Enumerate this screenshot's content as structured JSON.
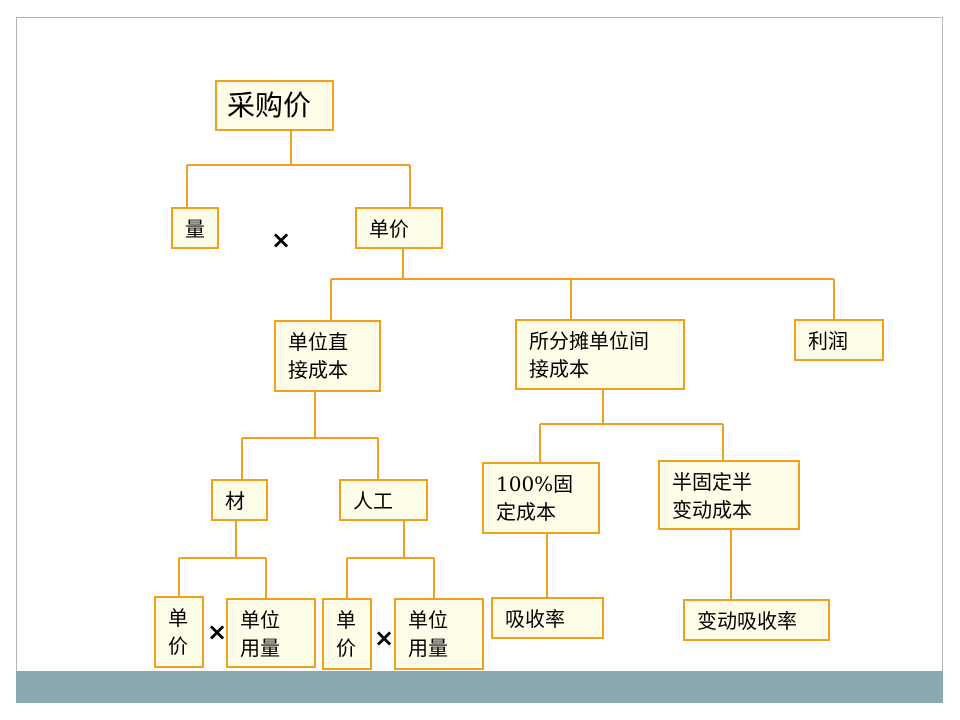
{
  "diagram": {
    "root": "采购价",
    "quantity": "量",
    "unit_price": "单价",
    "times_symbol": "×",
    "direct_cost": "单位直\n接成本",
    "allocated_indirect_cost": "所分摊单位间\n接成本",
    "profit": "利润",
    "material": "材",
    "labor": "人工",
    "fixed_cost": "100%固\n定成本",
    "semi_fixed_cost": "半固定半\n变动成本",
    "material_unit_price": "单\n价",
    "material_unit_usage": "单位\n用量",
    "labor_unit_price": "单\n价",
    "labor_unit_usage": "单位\n用量",
    "absorption_rate": "吸收率",
    "variable_absorption_rate": "变动吸收率"
  },
  "colors": {
    "box_border": "#f0a01c",
    "box_fill": "#fefde8",
    "connector": "#f0a01c",
    "footer_bar": "#89a9ae"
  }
}
